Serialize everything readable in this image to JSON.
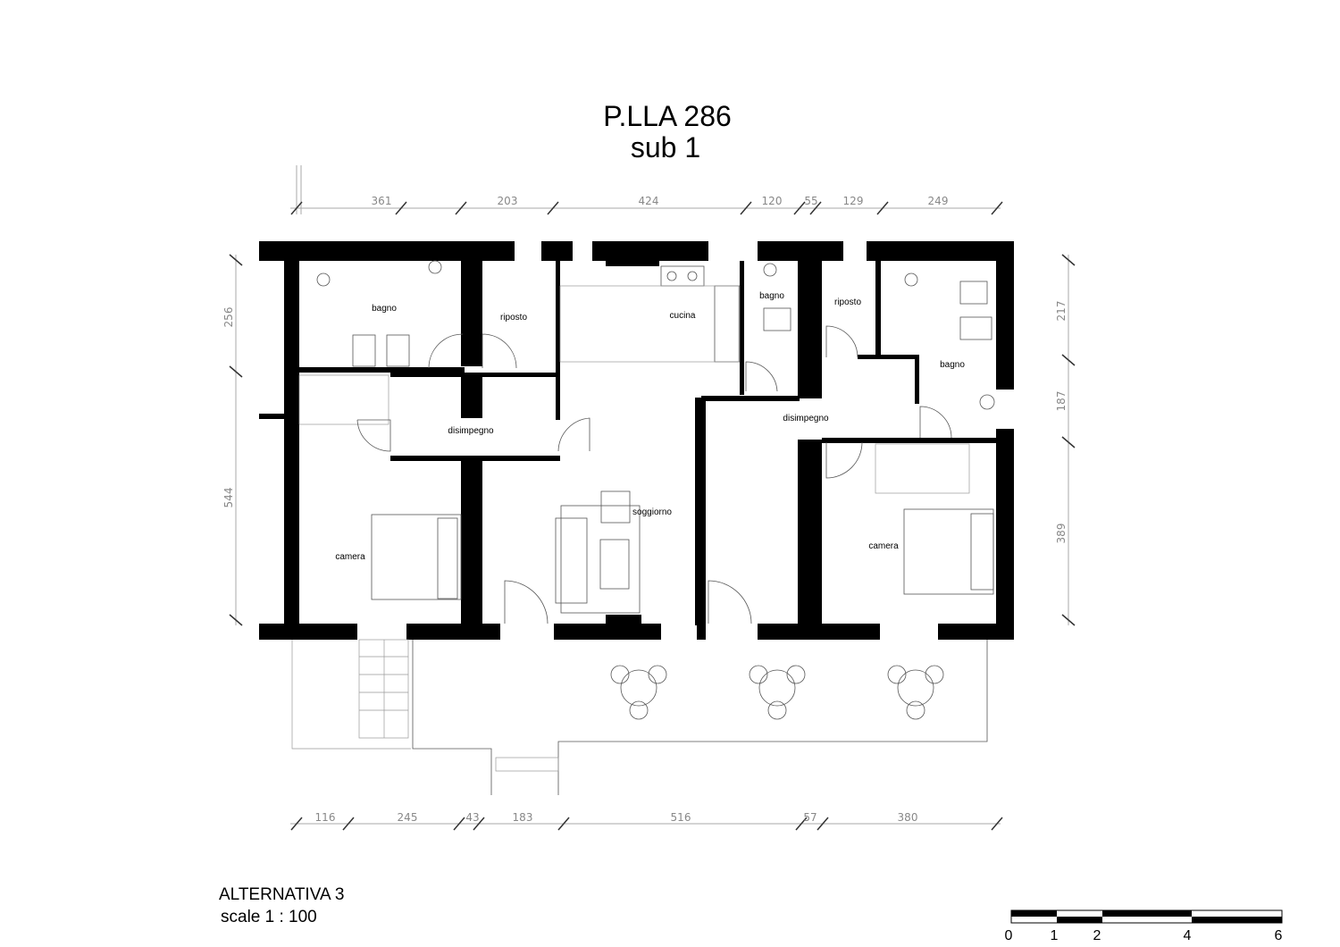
{
  "title": {
    "line1": "P.LLA 286",
    "line2": "sub 1"
  },
  "dimensions": {
    "top": [
      "361",
      "203",
      "424",
      "120",
      "55",
      "129",
      "249"
    ],
    "bottom": [
      "116",
      "245",
      "43",
      "183",
      "516",
      "57",
      "380"
    ],
    "left": [
      "256",
      "544"
    ],
    "right": [
      "217",
      "187",
      "389"
    ]
  },
  "rooms": {
    "bagno_1": "bagno",
    "riposto_1": "riposto",
    "cucina": "cucina",
    "bagno_2": "bagno",
    "riposto_2": "riposto",
    "bagno_3": "bagno",
    "disimpegno_1": "disimpegno",
    "disimpegno_2": "disimpegno",
    "camera_1": "camera",
    "soggiorno": "soggiorno",
    "camera_2": "camera"
  },
  "footer": {
    "alternative": "ALTERNATIVA 3",
    "scale": "scale  1 : 100"
  },
  "scale_bar": {
    "labels": [
      "0",
      "1",
      "2",
      "4",
      "6"
    ]
  }
}
